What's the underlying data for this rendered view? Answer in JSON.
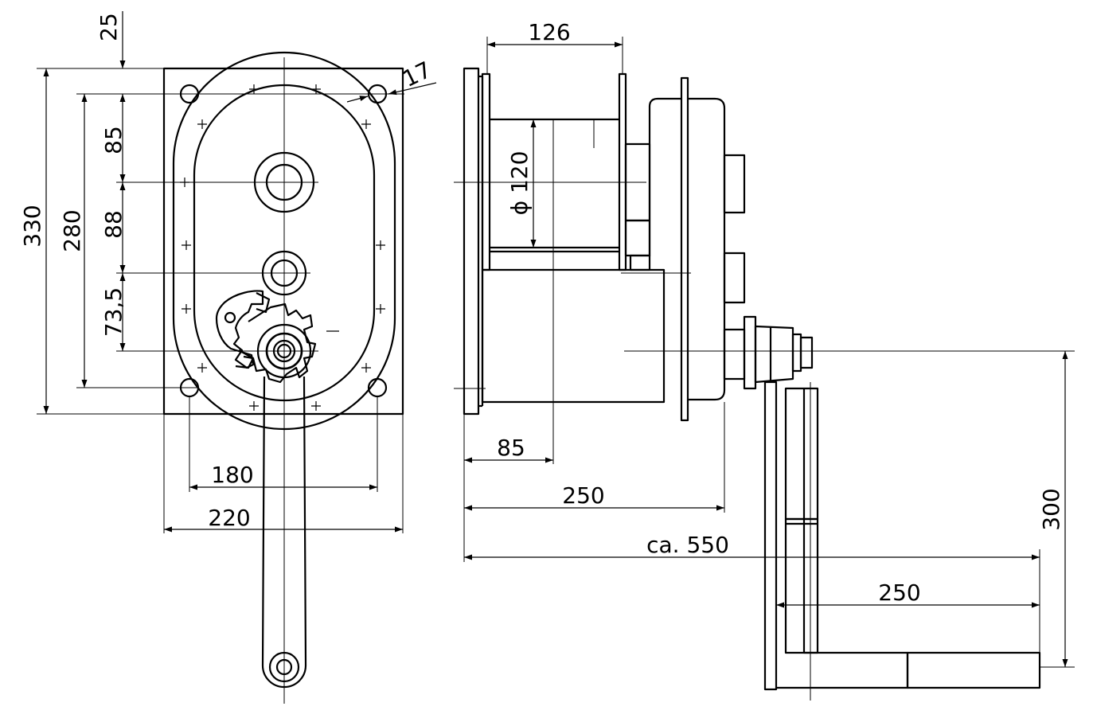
{
  "colors": {
    "ink": "#000000",
    "paper": "#ffffff"
  },
  "front_view": {
    "dim_top_offset": "25",
    "dim_hole_diameter": "17",
    "dim_drum_offset": "85",
    "dim_shaft_spacing": "88",
    "dim_crank_offset": "73,5",
    "dim_overall_height": "330",
    "dim_hole_spacing_vertical": "280",
    "dim_hole_spacing_horizontal": "180",
    "dim_overall_width": "220"
  },
  "side_view": {
    "dim_drum_width": "126",
    "dim_drum_diameter": "ϕ 120",
    "dim_housing_depth": "85",
    "dim_depth_to_gear": "250",
    "dim_overall_length": "ca. 550",
    "dim_crank_arm": "250",
    "dim_crank_radius": "300"
  }
}
